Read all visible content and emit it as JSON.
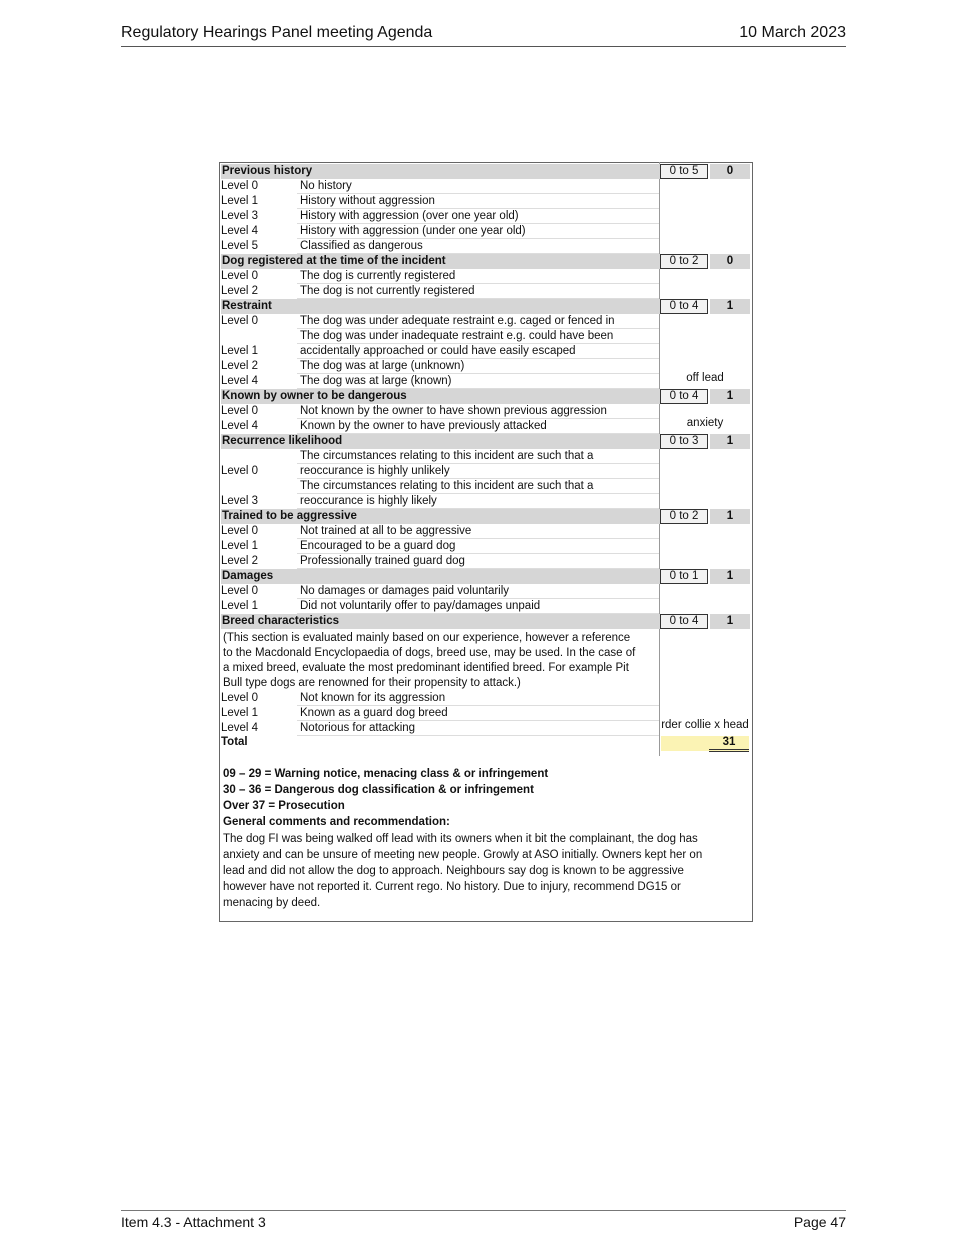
{
  "header": {
    "left": "Regulatory Hearings Panel meeting Agenda",
    "right": "10 March 2023"
  },
  "footer": {
    "left": "Item 4.3 - Attachment 3",
    "right": "Page 47"
  },
  "form": {
    "sections": [
      {
        "title": "Previous history",
        "range": "0 to 5",
        "score": "0",
        "levels": [
          {
            "level": "Level 0",
            "desc": "No history"
          },
          {
            "level": "Level 1",
            "desc": "History without aggression"
          },
          {
            "level": "Level 3",
            "desc": "History with aggression (over one year old)"
          },
          {
            "level": "Level 4",
            "desc": "History with aggression (under one year old)"
          },
          {
            "level": "Level 5",
            "desc": "Classified as dangerous"
          }
        ]
      },
      {
        "title": "Dog registered at the time of the incident",
        "range": "0 to 2",
        "score": "0",
        "levels": [
          {
            "level": "Level 0",
            "desc": "The dog is currently registered"
          },
          {
            "level": "Level 2",
            "desc": "The dog is not currently registered"
          }
        ]
      },
      {
        "title": "Restraint",
        "range": "0 to 4",
        "score": "1",
        "levels": [
          {
            "level": "Level 0",
            "desc": "The dog was under adequate restraint e.g. caged or fenced in"
          },
          {
            "level": "Level 1",
            "desc1": "The dog was under inadequate restraint e.g. could have been",
            "desc": "accidentally approached or could have easily escaped"
          },
          {
            "level": "Level 2",
            "desc": "The dog was at large (unknown)"
          },
          {
            "level": "Level 4",
            "desc": "The dog was at large (known)"
          }
        ],
        "note": "off lead"
      },
      {
        "title": "Known by owner to be dangerous",
        "range": "0 to 4",
        "score": "1",
        "levels": [
          {
            "level": "Level 0",
            "desc": "Not known by the owner to have shown previous aggression"
          },
          {
            "level": "Level 4",
            "desc": "Known by the owner to have previously attacked"
          }
        ],
        "note": "anxiety"
      },
      {
        "title": "Recurrence likelihood",
        "range": "0 to 3",
        "score": "1",
        "levels": [
          {
            "level": "Level 0",
            "desc1": "The circumstances relating to this incident are such that a",
            "desc": "reoccurance is highly unlikely"
          },
          {
            "level": "Level 3",
            "desc1": "The circumstances relating to this incident are such that a",
            "desc": "reoccurance is highly likely"
          }
        ]
      },
      {
        "title": "Trained to be aggressive",
        "range": "0 to 2",
        "score": "1",
        "levels": [
          {
            "level": "Level 0",
            "desc": "Not trained at all to be aggressive"
          },
          {
            "level": "Level 1",
            "desc": "Encouraged to be a guard dog"
          },
          {
            "level": "Level 2",
            "desc": "Professionally trained guard dog"
          }
        ]
      },
      {
        "title": "Damages",
        "range": "0 to 1",
        "score": "1",
        "levels": [
          {
            "level": "Level 0",
            "desc": "No damages or damages paid voluntarily"
          },
          {
            "level": "Level 1",
            "desc": "Did not voluntarily offer to pay/damages unpaid"
          }
        ]
      },
      {
        "title": "Breed characteristics",
        "range": "0 to 4",
        "score": "1",
        "intro": [
          "(This section is evaluated mainly based on our experience, however a reference",
          "to the Macdonald Encyclopaedia of dogs, breed use, may be used. In the case of",
          "a mixed breed, evaluate the most predominant identified breed.  For example Pit",
          "Bull type dogs are renowned for their propensity to attack.)"
        ],
        "levels": [
          {
            "level": "Level 0",
            "desc": "Not known for its aggression"
          },
          {
            "level": "Level 1",
            "desc": "Known as a guard dog breed"
          },
          {
            "level": "Level 4",
            "desc": "Notorious for attacking"
          }
        ],
        "note": "rder collie x head"
      }
    ],
    "total_label": "Total",
    "total_value": "31",
    "thresholds": [
      "09 – 29 = Warning notice, menacing class & or infringement",
      "30 – 36 = Dangerous dog classification & or infringement",
      "Over 37 = Prosecution"
    ],
    "comments_title": "General comments and recommendation:",
    "comments": [
      "The dog FI was being walked off lead with its owners when it bit the complainant, the dog has",
      "anxiety and can be unsure of meeting new people. Growly at ASO initially. Owners kept her on",
      "lead and did not allow the dog to approach. Neighbours say dog is known to be aggressive",
      "however have not reported it. Current rego. No history. Due to injury, recommend DG15 or",
      "menacing by deed."
    ]
  }
}
